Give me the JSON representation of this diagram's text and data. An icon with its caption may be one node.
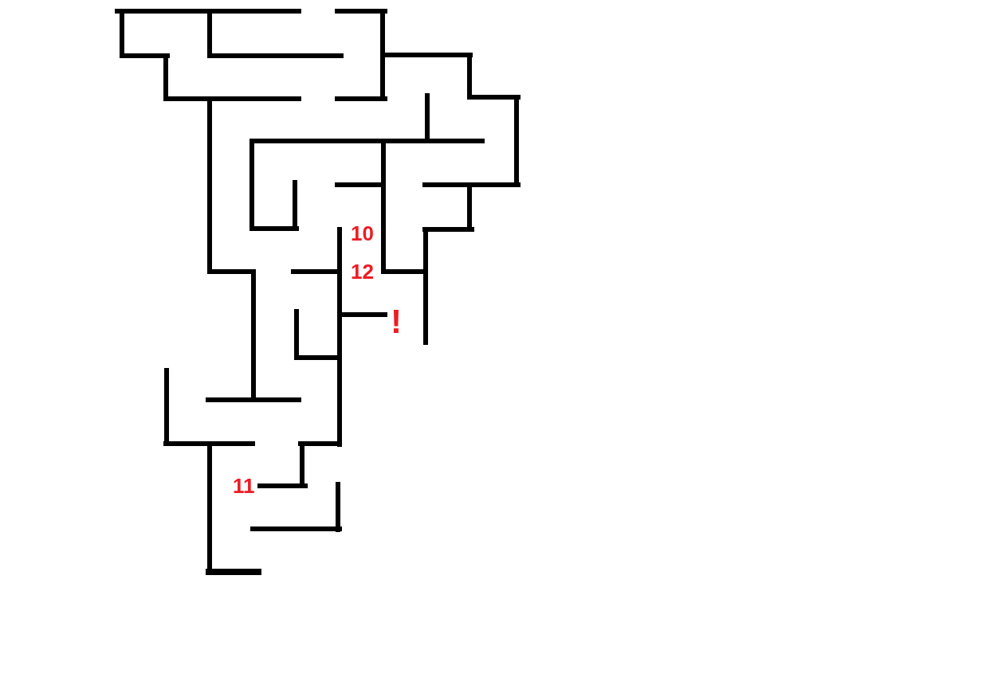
{
  "diagram": {
    "labels": [
      "10",
      "12",
      "!",
      "11"
    ]
  }
}
